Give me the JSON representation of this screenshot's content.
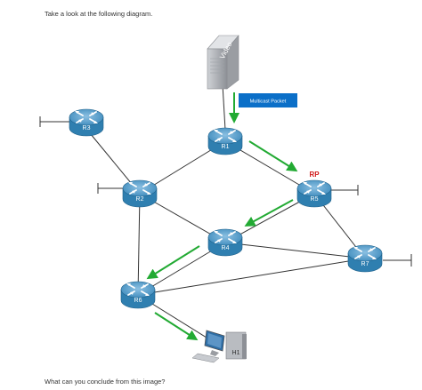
{
  "intro_text": "Take a look at the following diagram.",
  "question_text": "What can you conclude from this image?",
  "server": {
    "label": "Video"
  },
  "packet_box": {
    "label": "Multicast Packet",
    "color": "#0b6fc8"
  },
  "rp_label": "RP",
  "routers": [
    {
      "id": "R1",
      "label": "R1"
    },
    {
      "id": "R2",
      "label": "R2"
    },
    {
      "id": "R3",
      "label": "R3"
    },
    {
      "id": "R4",
      "label": "R4"
    },
    {
      "id": "R5",
      "label": "R5"
    },
    {
      "id": "R6",
      "label": "R6"
    },
    {
      "id": "R7",
      "label": "R7"
    }
  ],
  "host": {
    "label": "H1"
  },
  "links": [
    [
      "R3",
      "R2"
    ],
    [
      "R2",
      "R1"
    ],
    [
      "R1",
      "R5"
    ],
    [
      "R2",
      "R4"
    ],
    [
      "R2",
      "R6"
    ],
    [
      "R4",
      "R5"
    ],
    [
      "R4",
      "R6"
    ],
    [
      "R4",
      "R7"
    ],
    [
      "R5",
      "R7"
    ],
    [
      "R6",
      "R7"
    ]
  ],
  "multicast_path": [
    "Video",
    "R1",
    "R5",
    "R4",
    "R6",
    "H1"
  ],
  "colors": {
    "router_body": "#2f7fb0",
    "router_top": "#6aa8d0",
    "arrow": "#22aa33",
    "rp": "#d01818",
    "line": "#333333"
  }
}
